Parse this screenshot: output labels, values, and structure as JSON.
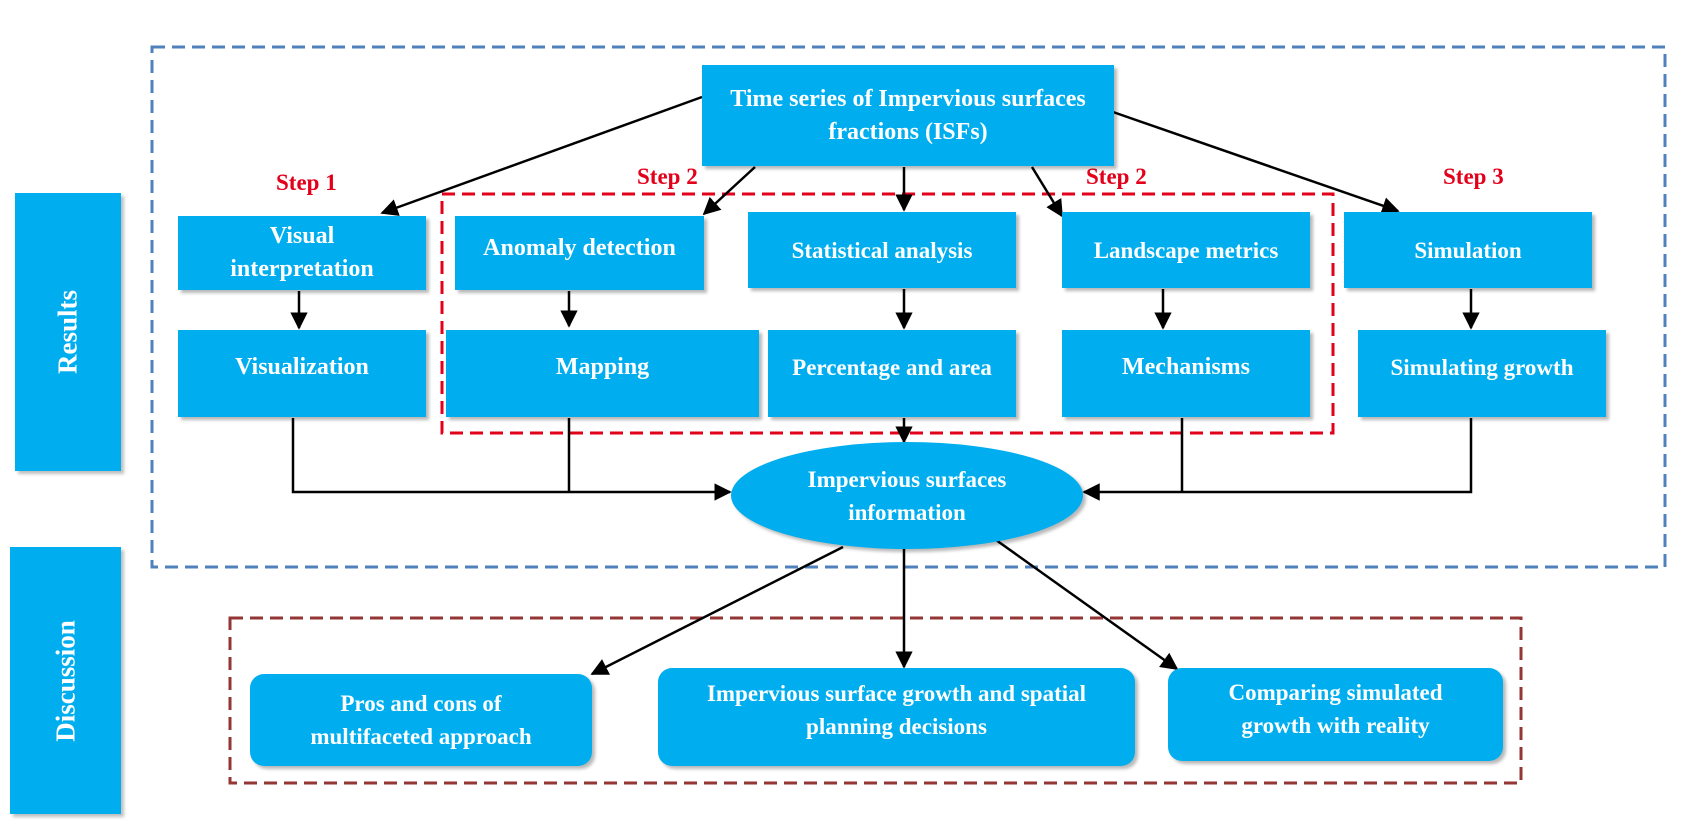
{
  "sections": {
    "results": "Results",
    "discussion": "Discussion"
  },
  "steps": {
    "step1": "Step 1",
    "step2_left": "Step 2",
    "step2_right": "Step 2",
    "step3": "Step 3"
  },
  "top_node": {
    "line1": "Time series of Impervious surfaces",
    "line2": "fractions (ISFs)"
  },
  "methods": {
    "visual_line1": "Visual",
    "visual_line2": "interpretation",
    "anomaly": "Anomaly detection",
    "statistical": "Statistical analysis",
    "landscape": "Landscape metrics",
    "simulation": "Simulation"
  },
  "outputs": {
    "visualization": "Visualization",
    "mapping": "Mapping",
    "percentage": "Percentage and area",
    "mechanisms": "Mechanisms",
    "simulating": "Simulating growth"
  },
  "center_node": {
    "line1": "Impervious surfaces",
    "line2": "information"
  },
  "discussion_items": {
    "pros_line1": "Pros and cons of",
    "pros_line2": "multifaceted approach",
    "growth_line1": "Impervious surface growth and spatial",
    "growth_line2": "planning decisions",
    "compare_line1": "Comparing simulated",
    "compare_line2": "growth with reality"
  },
  "colors": {
    "box_fill": "#00AEEF",
    "box_text": "#FFFFFF",
    "step_text": "#E3001B",
    "results_frame": "#4F81BD",
    "step2_frame": "#E3001B",
    "discussion_frame": "#943634",
    "arrow": "#000000"
  }
}
